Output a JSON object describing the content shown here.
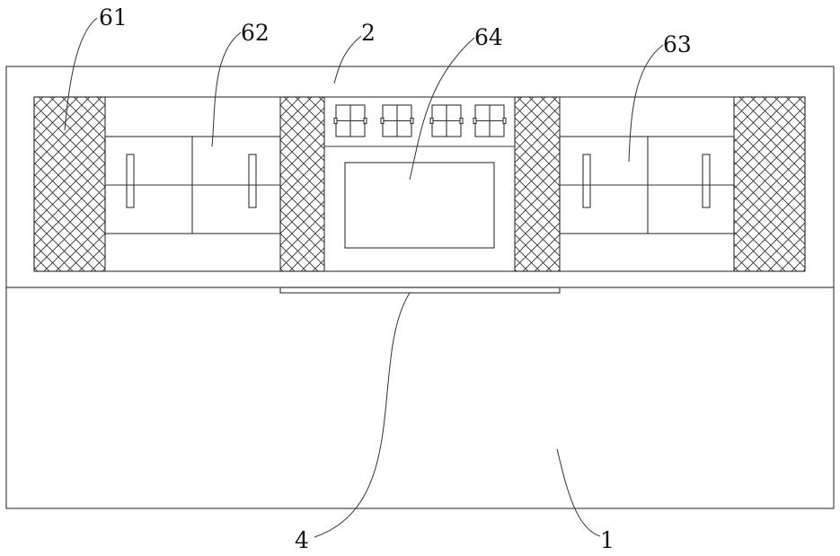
{
  "labels": {
    "part_61": "61",
    "part_62": "62",
    "part_2": "2",
    "part_64": "64",
    "part_63": "63",
    "part_4": "4",
    "part_1": "1"
  },
  "colors": {
    "line": "#333333",
    "background": "#ffffff"
  }
}
